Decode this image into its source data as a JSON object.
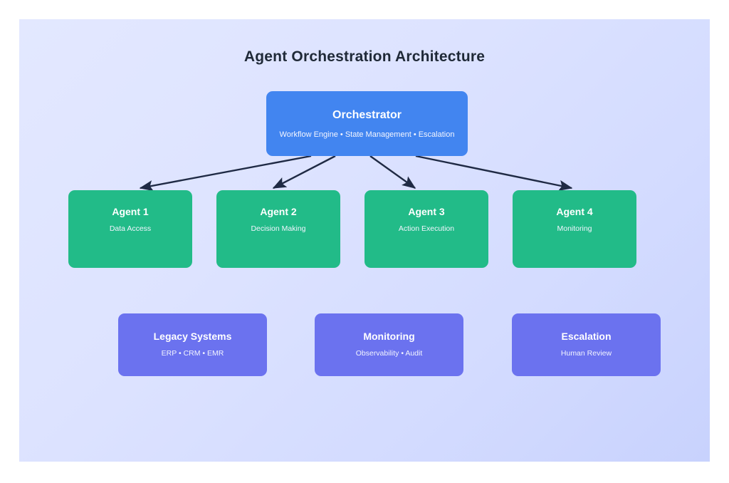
{
  "diagram": {
    "title": "Agent Orchestration Architecture",
    "background_start_color": "#e3e8ff",
    "background_end_color": "#c8d2fd",
    "connector_color": "#1f2a44",
    "nodes": {
      "orchestrator": {
        "title": "Orchestrator",
        "subtitle": "Workflow Engine • State Management • Escalation",
        "color": "#4285f0"
      },
      "agents": [
        {
          "title": "Agent 1",
          "subtitle": "Data Access",
          "color": "#22bb88"
        },
        {
          "title": "Agent 2",
          "subtitle": "Decision Making",
          "color": "#22bb88"
        },
        {
          "title": "Agent 3",
          "subtitle": "Action Execution",
          "color": "#22bb88"
        },
        {
          "title": "Agent 4",
          "subtitle": "Monitoring",
          "color": "#22bb88"
        }
      ],
      "systems": [
        {
          "title": "Legacy Systems",
          "subtitle": "ERP • CRM • EMR",
          "color": "#6b72ef"
        },
        {
          "title": "Monitoring",
          "subtitle": "Observability • Audit",
          "color": "#6b72ef"
        },
        {
          "title": "Escalation",
          "subtitle": "Human Review",
          "color": "#6b72ef"
        }
      ]
    },
    "edges": [
      {
        "from": "orchestrator",
        "to": "Agent 1"
      },
      {
        "from": "orchestrator",
        "to": "Agent 2"
      },
      {
        "from": "orchestrator",
        "to": "Agent 3"
      },
      {
        "from": "orchestrator",
        "to": "Agent 4"
      }
    ]
  }
}
